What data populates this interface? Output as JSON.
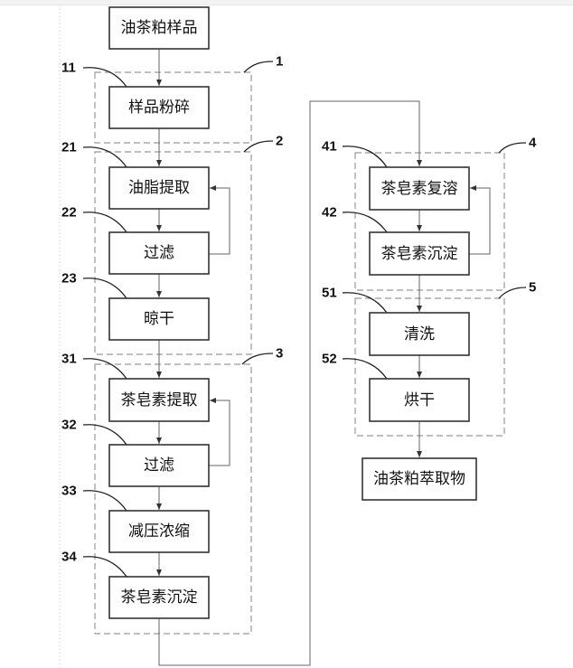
{
  "diagram": {
    "type": "process-flowchart",
    "start": "油茶粕样品",
    "end": "油茶粕萃取物",
    "groups": [
      {
        "ref": "1",
        "steps": [
          {
            "ref": "11",
            "label": "样品粉碎"
          }
        ]
      },
      {
        "ref": "2",
        "steps": [
          {
            "ref": "21",
            "label": "油脂提取"
          },
          {
            "ref": "22",
            "label": "过滤"
          },
          {
            "ref": "23",
            "label": "晾干"
          }
        ]
      },
      {
        "ref": "3",
        "steps": [
          {
            "ref": "31",
            "label": "茶皂素提取"
          },
          {
            "ref": "32",
            "label": "过滤"
          },
          {
            "ref": "33",
            "label": "减压浓缩"
          },
          {
            "ref": "34",
            "label": "茶皂素沉淀"
          }
        ]
      },
      {
        "ref": "4",
        "steps": [
          {
            "ref": "41",
            "label": "茶皂素复溶"
          },
          {
            "ref": "42",
            "label": "茶皂素沉淀"
          }
        ]
      },
      {
        "ref": "5",
        "steps": [
          {
            "ref": "51",
            "label": "清洗"
          },
          {
            "ref": "52",
            "label": "烘干"
          }
        ]
      }
    ],
    "loops": [
      {
        "from": "22",
        "to": "21"
      },
      {
        "from": "32",
        "to": "31"
      },
      {
        "from": "42",
        "to": "41"
      }
    ]
  }
}
